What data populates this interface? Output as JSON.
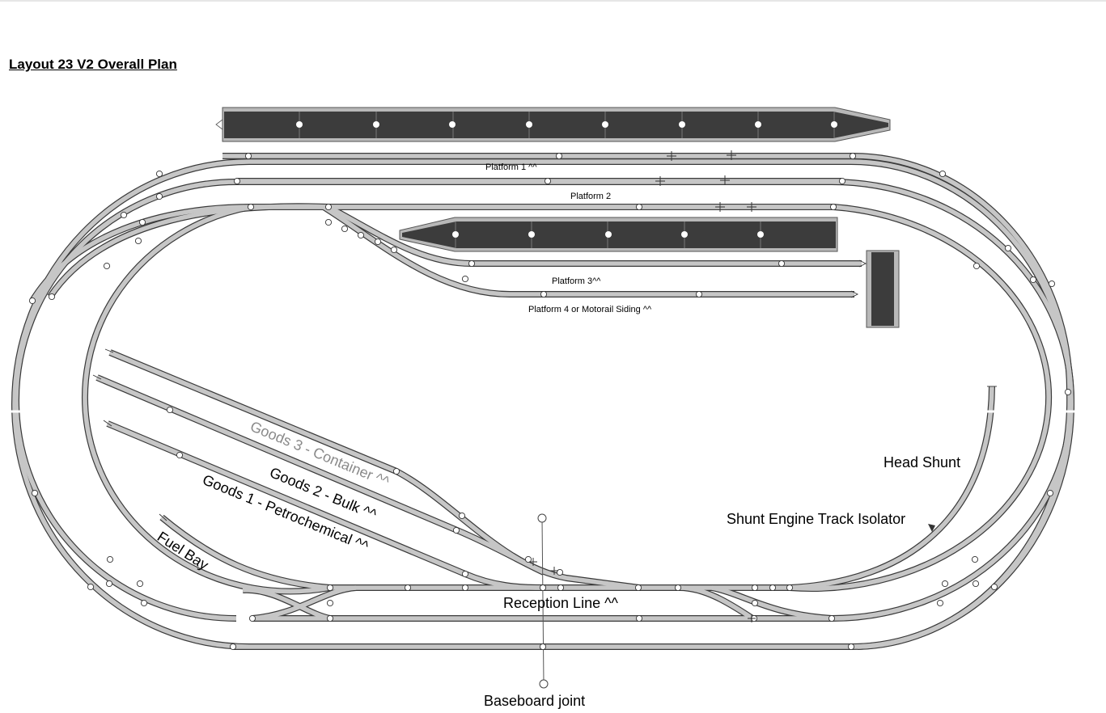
{
  "title": "Layout 23 V2 Overall Plan",
  "labels": {
    "platform1": "Platform 1 ^^",
    "platform2": "Platform 2",
    "platform3": "Platform 3^^",
    "platform4": "Platform 4 or Motorail Siding ^^",
    "goods3": "Goods 3 - Container ^^",
    "goods2": "Goods 2 - Bulk ^^",
    "goods1": "Goods 1 - Petrochemical ^^",
    "fuel_bay": "Fuel Bay",
    "head_shunt": "Head Shunt",
    "isolator": "Shunt Engine Track Isolator",
    "reception": "Reception Line ^^",
    "baseboard_joint": "Baseboard joint"
  },
  "colors": {
    "rail_border": "#3a3a3a",
    "rail_fill": "#c6c6c6",
    "platform_surface": "#3c3c3c",
    "platform_edge": "#b8b8b8",
    "goods3_label": "#8a8a8a"
  }
}
